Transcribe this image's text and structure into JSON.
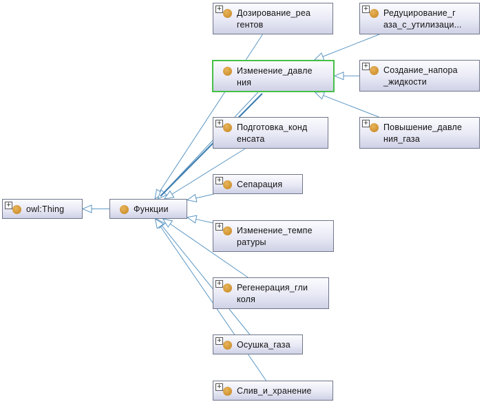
{
  "colors": {
    "edge": "#5b96c3",
    "border": "#6f7589",
    "selected": "#44c044",
    "dot": "#cf9331"
  },
  "icons": {
    "expander": "plus-icon",
    "class": "class-dot-icon"
  },
  "nodes": [
    {
      "id": "owl-thing",
      "label": "owl:Thing",
      "expander": "+"
    },
    {
      "id": "funktsii",
      "label": "Функции",
      "expander": ""
    },
    {
      "id": "dozirovanie-reagentov",
      "label": "Дозирование_реа\nгентов",
      "expander": "+"
    },
    {
      "id": "izmenenie-davleniya",
      "label": "Изменение_давле\nния",
      "expander": ""
    },
    {
      "id": "podgotovka-kondensata",
      "label": "Подготовка_конд\nенсата",
      "expander": "+"
    },
    {
      "id": "separatsiya",
      "label": "Сепарация",
      "expander": "+"
    },
    {
      "id": "izmenenie-temperatury",
      "label": "Изменение_темпе\nратуры",
      "expander": "+"
    },
    {
      "id": "regeneratsiya-glikolya",
      "label": "Регенерация_гли\nколя",
      "expander": "+"
    },
    {
      "id": "osushka-gaza",
      "label": "Осушка_газа",
      "expander": "+"
    },
    {
      "id": "sliv-i-hranenie",
      "label": "Слив_и_хранение",
      "expander": "+"
    },
    {
      "id": "redutsirovanie-gaza",
      "label": "Редуцирование_г\nаза_с_утилизаци...",
      "expander": "+"
    },
    {
      "id": "sozdanie-napora",
      "label": "Создание_напора\n_жидкости",
      "expander": "+"
    },
    {
      "id": "povyshenie-davleniya-gaza",
      "label": "Повышение_давле\nния_газа",
      "expander": "+"
    }
  ],
  "edges": [
    {
      "from": "funktsii",
      "to": "owl-thing"
    },
    {
      "from": "dozirovanie-reagentov",
      "to": "funktsii"
    },
    {
      "from": "izmenenie-davleniya",
      "to": "funktsii"
    },
    {
      "from": "podgotovka-kondensata",
      "to": "funktsii"
    },
    {
      "from": "separatsiya",
      "to": "funktsii"
    },
    {
      "from": "izmenenie-temperatury",
      "to": "funktsii"
    },
    {
      "from": "regeneratsiya-glikolya",
      "to": "funktsii"
    },
    {
      "from": "osushka-gaza",
      "to": "funktsii"
    },
    {
      "from": "sliv-i-hranenie",
      "to": "funktsii"
    },
    {
      "from": "redutsirovanie-gaza",
      "to": "izmenenie-davleniya"
    },
    {
      "from": "sozdanie-napora",
      "to": "izmenenie-davleniya"
    },
    {
      "from": "povyshenie-davleniya-gaza",
      "to": "izmenenie-davleniya"
    }
  ],
  "selected_node": "izmenenie-davleniya"
}
